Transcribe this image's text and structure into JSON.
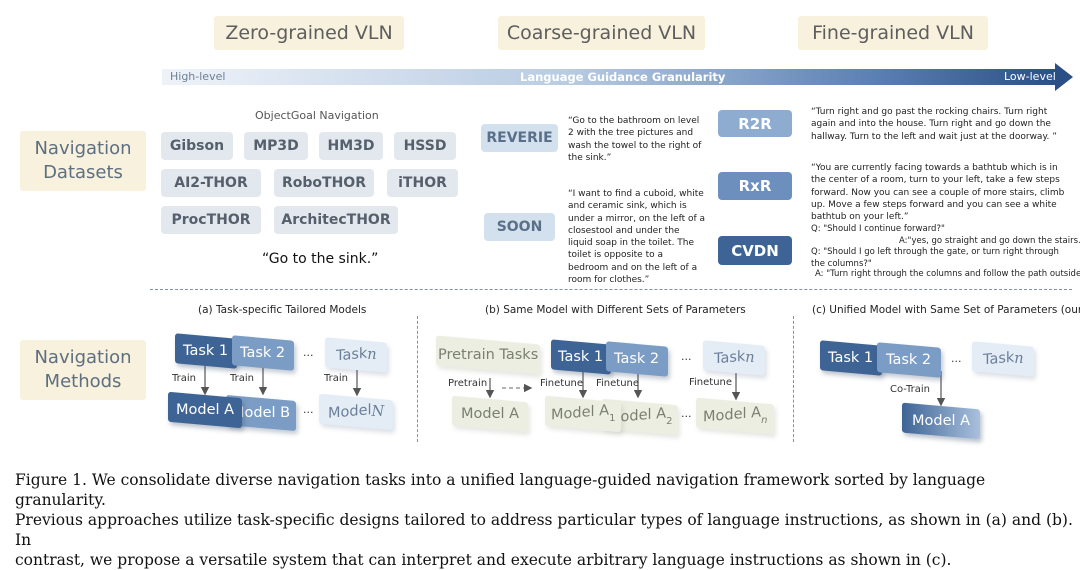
{
  "granularity": {
    "zero": "Zero-grained VLN",
    "coarse": "Coarse-grained VLN",
    "fine": "Fine-grained VLN",
    "arrow_label": "Language Guidance Granularity",
    "high": "High-level",
    "low": "Low-level"
  },
  "sections": {
    "datasets_line1": "Navigation",
    "datasets_line2": "Datasets",
    "methods_line1": "Navigation",
    "methods_line2": "Methods"
  },
  "zero_grained": {
    "group_title": "ObjectGoal Navigation",
    "datasets": [
      "Gibson",
      "MP3D",
      "HM3D",
      "HSSD",
      "AI2-THOR",
      "RoboTHOR",
      "iTHOR",
      "ProcTHOR",
      "ArchitecTHOR"
    ],
    "instruction": "“Go to the sink.”"
  },
  "coarse_grained": {
    "reverie": {
      "name": "REVERIE",
      "instruction": "“Go to the bathroom on level 2 with the tree pictures and wash the towel to the right of the sink.”"
    },
    "soon": {
      "name": "SOON",
      "instruction": "“I want to find a cuboid, white and ceramic sink, which is under a mirror, on the left of a closestool and under the liquid soap in the toilet. The toilet is opposite to a bedroom and on the left of a room for clothes.”"
    }
  },
  "fine_grained": {
    "r2r": {
      "name": "R2R",
      "instruction": "“Turn right and go past the rocking chairs. Turn right again and into the house. Turn right and go down the hallway. Turn to the left and wait just at the doorway. ”"
    },
    "rxr": {
      "name": "RxR",
      "instruction": "“You are currently facing towards a bathtub which is in the center of a room, turn to your left, take a few steps forward. Now you can see a couple of more stairs, climb up. Move a few steps forward and you can see a white bathtub on your left.”"
    },
    "cvdn": {
      "name": "CVDN",
      "dialog": [
        "Q: \"Should I continue forward?\"",
        "A:\"yes, go straight and go down the stairs.\"",
        "Q: \"Should I go left through the gate, or turn right through the columns?\"",
        "A: \"Turn right through the columns and follow the path outside.\""
      ]
    }
  },
  "methods": {
    "a": {
      "caption": "(a) Task-specific Tailored Models",
      "task1": "Task 1",
      "task2": "Task 2",
      "taskn": "Task ",
      "model_a": "Model A",
      "model_b": "Model B",
      "model_n": "Model ",
      "train": "Train",
      "dots": "..."
    },
    "b": {
      "caption": "(b) Same Model with Different Sets of Parameters",
      "pretrain_tasks": "Pretrain Tasks",
      "pretrain": "Pretrain",
      "finetune": "Finetune",
      "task1": "Task 1",
      "task2": "Task 2",
      "taskn": "Task ",
      "model_a": "Model A",
      "model_a1": "Model A",
      "model_a2": "Model A",
      "model_an": "Model A",
      "dots": "..."
    },
    "c": {
      "caption": "(c) Unified Model with Same Set of Parameters (ours)",
      "task1": "Task 1",
      "task2": "Task 2",
      "taskn": "Task ",
      "cotrain": "Co-Train",
      "model_a": "Model A",
      "dots": "..."
    }
  },
  "figure_caption": {
    "line1": "Figure 1.  We consolidate diverse navigation tasks into a unified language-guided navigation framework sorted by language granularity.",
    "line2": "Previous approaches utilize task-specific designs tailored to address particular types of language instructions, as shown in (a) and (b).  In",
    "line3": "contrast, we propose a versatile system that can interpret and execute arbitrary language instructions as shown in (c)."
  },
  "colors": {
    "dark_blue": "#3e6495",
    "mid_blue": "#7b9cc4",
    "light_blue": "#e4ecf6",
    "beige": "#f7f1dd"
  }
}
